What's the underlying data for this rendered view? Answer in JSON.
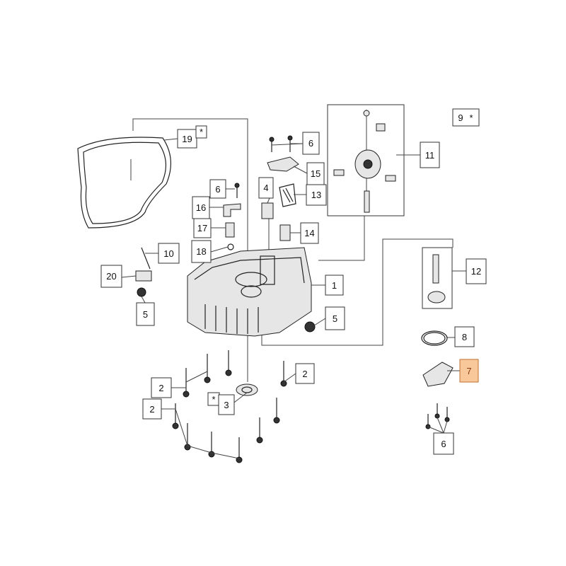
{
  "diagram": {
    "highlight_color": "#f9c89a",
    "callouts": [
      {
        "id": "c1",
        "text": "1"
      },
      {
        "id": "c2a",
        "text": "2"
      },
      {
        "id": "c2b",
        "text": "2"
      },
      {
        "id": "c2c",
        "text": "2"
      },
      {
        "id": "c3",
        "text": "3",
        "star": "*"
      },
      {
        "id": "c4",
        "text": "4"
      },
      {
        "id": "c5a",
        "text": "5"
      },
      {
        "id": "c5b",
        "text": "5"
      },
      {
        "id": "c6a",
        "text": "6"
      },
      {
        "id": "c6b",
        "text": "6"
      },
      {
        "id": "c6c",
        "text": "6"
      },
      {
        "id": "c7",
        "text": "7",
        "highlighted": true
      },
      {
        "id": "c8",
        "text": "8"
      },
      {
        "id": "c9",
        "text": "9",
        "star": "*"
      },
      {
        "id": "c10",
        "text": "10"
      },
      {
        "id": "c11",
        "text": "11"
      },
      {
        "id": "c12",
        "text": "12"
      },
      {
        "id": "c13",
        "text": "13"
      },
      {
        "id": "c14",
        "text": "14"
      },
      {
        "id": "c15",
        "text": "15"
      },
      {
        "id": "c16",
        "text": "16"
      },
      {
        "id": "c17",
        "text": "17"
      },
      {
        "id": "c18",
        "text": "18"
      },
      {
        "id": "c19",
        "text": "19",
        "star": "*"
      },
      {
        "id": "c20",
        "text": "20"
      }
    ]
  }
}
